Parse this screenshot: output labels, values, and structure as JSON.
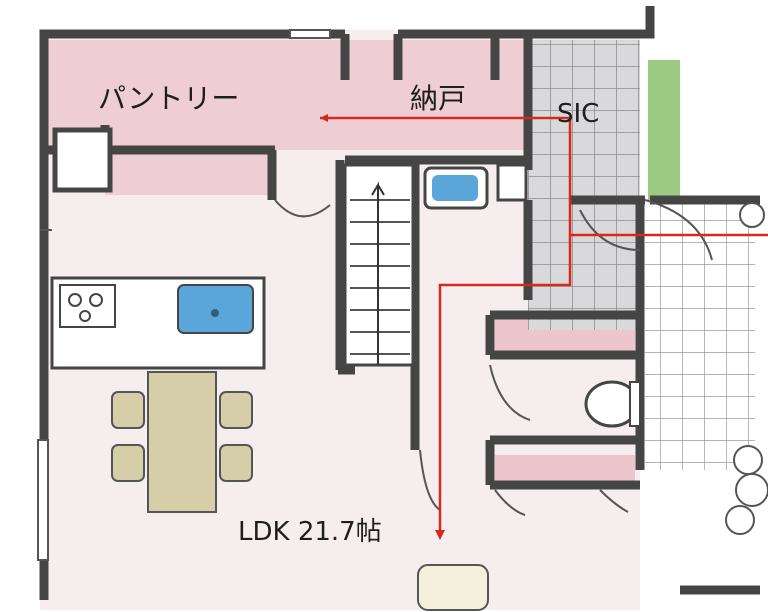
{
  "labels": {
    "pantry": "パントリー",
    "storage": "納戸",
    "sic": "SIC",
    "ldk": "LDK 21.7帖"
  },
  "colors": {
    "wall": "#4a4a4a",
    "floor": "#f5ecee",
    "pink_room": "#edc9d0",
    "tile": "#d6d6d8",
    "sink": "#5aa6d8",
    "table": "#d8cfae",
    "route": "#d42a1e",
    "greenery": "#6fb04a"
  },
  "icons": [
    "stove-icon",
    "sink-icon",
    "toilet-icon",
    "washbasin-icon",
    "plant-icon"
  ]
}
